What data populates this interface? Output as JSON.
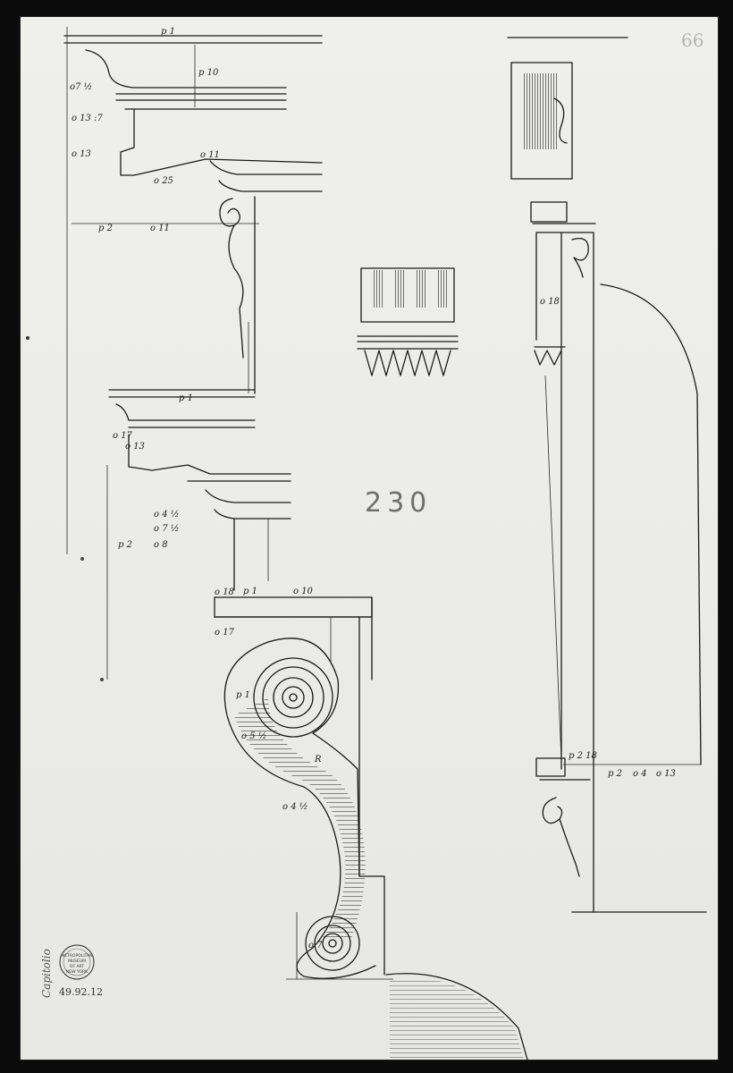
{
  "sheet": {
    "pencil_number": "230",
    "page_number": "66",
    "accession_number": "49.92.12",
    "signature": "Capitolio",
    "stamp_text": "METROPOLITAN MUSEUM OF ART NEW YORK"
  },
  "annotations": {
    "entablature": [
      "p 1",
      "p 10",
      "o7 ½",
      "o 13 :7",
      "o 13",
      "o 11",
      "o 25",
      "p 2",
      "o 11",
      "p 1"
    ],
    "lower_cornice": [
      "p 1",
      "o 13",
      "o 17",
      "o 4 ½",
      "o 7 ½",
      "o 8",
      "p 2"
    ],
    "bracket": [
      "p 1",
      "o 18",
      "p 1",
      "o 10",
      "o 17",
      "p 1",
      "o 5 ½",
      "o 4 ½",
      "o 7",
      "R"
    ],
    "elevation": [
      "o 18",
      "p 2 18",
      "p 2",
      "o 4",
      "o 13"
    ]
  }
}
